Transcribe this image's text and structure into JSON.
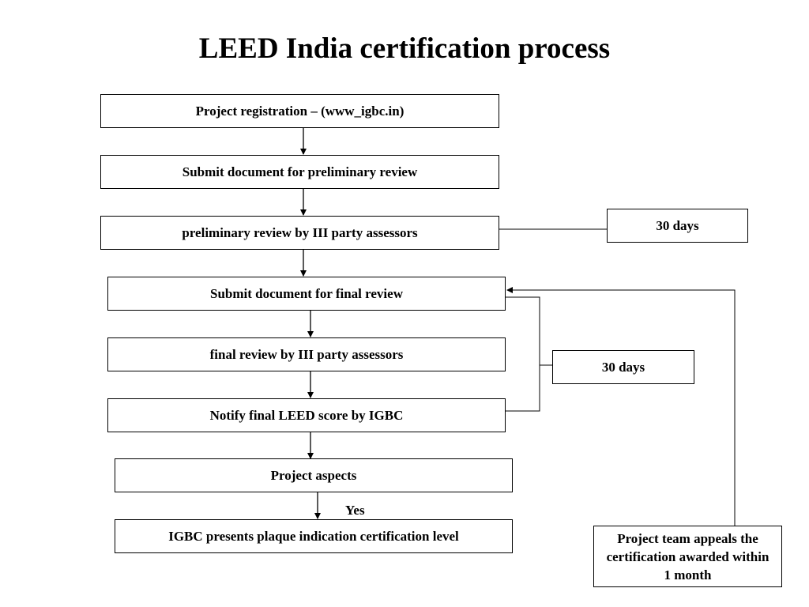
{
  "title": "LEED India certification process",
  "steps": [
    "Project registration – (www_igbc.in)",
    "Submit document for preliminary review",
    "preliminary review by III party assessors",
    "Submit document for final review",
    "final review by III party assessors",
    "Notify final LEED score by IGBC",
    "Project aspects",
    "IGBC presents plaque indication certification level"
  ],
  "side_notes": {
    "preliminary_duration": "30 days",
    "final_duration": "30 days",
    "appeal": "Project team appeals the certification awarded within 1 month"
  },
  "branch_label": "Yes"
}
